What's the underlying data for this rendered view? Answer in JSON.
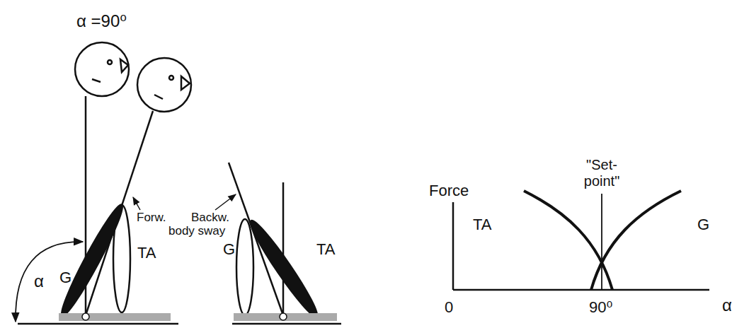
{
  "diagram": {
    "labels": [
      "α =90⁰",
      "G",
      "TA",
      "Forw.",
      "Backw.",
      "body sway",
      "α",
      "G",
      "TA",
      "Force",
      "\"Set- point\"",
      "TA",
      "G",
      "0",
      "90⁰",
      "α"
    ]
  }
}
